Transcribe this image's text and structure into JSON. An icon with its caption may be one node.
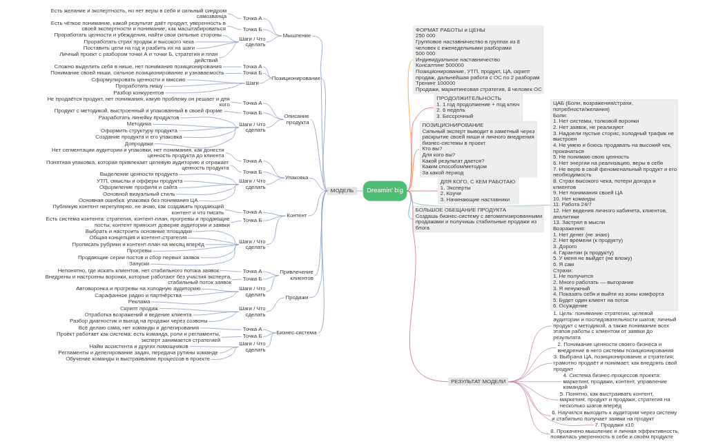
{
  "diagram": {
    "nodes": [
      {
        "text": [
          "Dreamin' big"
        ]
      },
      {
        "text": [
          "ФОРМАТ РАБОТЫ и ЦЕНЫ",
          "250 000",
          "Групповое наставничество в группах из 8 человек с еженедельными разборами",
          "500 000",
          "Индивидуальное наставничество",
          "Консалтинг 500000",
          "Позиционирование, УТП, продукт, ЦА, скрипт продаж, дальнейшая работа с ОС по 2 разборам",
          "Тренинг 100000",
          "Продажи, маркетинговая стратегия, 8 человек ОС"
        ]
      },
      {
        "text": [
          "ПРОДОЛЖИТЕЛЬНОСТЬ",
          "1. 1 год продолжение + под ключ",
          "2. 6 недель",
          "3. Бессрочный"
        ]
      },
      {
        "text": [
          "ПОЗИЦИОНИРОВАНИЕ",
          "Сильный эксперт выводит в заметный через раскрытие своей ниши и личного внедрения бизнес-системы в проект",
          "Кто вы?",
          "Для кого вы?",
          "Какой результат дается?",
          "Каким способом/методом",
          "За какой период"
        ]
      },
      {
        "text": [
          "ДЛЯ КОГО, С КЕМ РАБОТАЮ",
          "1. Эксперты",
          "2. Коучи",
          "3. Начинающие наставники"
        ]
      },
      {
        "text": [
          "ЦАБ (Боли, возражения/страхи, потребности/желания)",
          "Боли:",
          "1. Нет системы, толковой воронки",
          "2. Нет заявок, не реализуют",
          "3. Надоели пустые сторис, холодный трафик не выстроен",
          "4. Не умею и боюсь продавать на высокий чек, прокачаться",
          "5. Не понимаю свою ценность",
          "6. Нет энергии на реализацию, веры в себя",
          "7. Не верю в свой феноменальный продукт и его необходимость",
          "8. Страх высокого чека, потери дохода и клиентов",
          "9. Нет понимания своей ЦА",
          "10. Нет команды",
          "11. Работа 24/7",
          "12. Нет ведения личного кабинета, клиентов, аналитики",
          "13. Застрял в мысли",
          "Возражения:",
          "1. Нет денег (не знаю)",
          "2. Нет времени (к продукту)",
          "3. Дорого",
          "4. Гарантии (к продукту)",
          "5. У меня не выйдет (не вложу)",
          "6. Я сам",
          "Страхи:",
          "1. Не получится",
          "2. Много работать — выгорание",
          "3. Я ненужный",
          "4. Показать себя и выйти из зоны комфорта",
          "5. Будет один клиент на поток",
          "6. Осуждение"
        ]
      },
      {
        "text": [
          "БОЛЬШОЕ ОБЕЩАНИЕ ПРОДУКТА",
          "Создашь бизнес-систему с автоматизированными продажами и получишь стабильные продажи из блога"
        ]
      },
      {
        "text": [
          "РЕЗУЛЬТАТ МОДЕЛИ"
        ]
      },
      {
        "text": [
          "1. Цель: понимание стратегии, целевой аудитории и последовательности шагов; личный продукт с методикой, а также понимание всех этапов работы с клиентом от заявки до результата"
        ]
      },
      {
        "text": [
          "2. Понимание ценности своего бизнеса и внедрение в него системы позиционирования"
        ]
      },
      {
        "text": [
          "3. Выбрана ЦА, позиционирование и стратегия; грамотно продаёт и понимает, как внедрять свой продукт"
        ]
      },
      {
        "text": [
          "4. Система бизнес-процессов проекта: маркетинг, продажи, контент, управление командой"
        ]
      },
      {
        "text": [
          "5. Понятно, как выстраивать контент, маркетинг, продукт и продажи, стратегия на несколько шагов вперёд"
        ]
      },
      {
        "text": [
          "6. Научился выходить к аудитории через систему и стабильно получает заявки на продукт"
        ]
      },
      {
        "text": [
          "7. Продажи х10"
        ]
      },
      {
        "text": [
          "8. Прокачено мышление и личная эффективность, появилась уверенность в себе и своём продукте"
        ]
      },
      {
        "text": [
          "МОДЕЛЬ"
        ]
      },
      {
        "text": [
          "Мышление"
        ]
      },
      {
        "text": [
          "Точка А"
        ]
      },
      {
        "text": [
          "Есть желание и экспертность, но нет веры в себя и сильный синдром самозванца"
        ]
      },
      {
        "text": [
          "Точка Б"
        ]
      },
      {
        "text": [
          "Есть чёткое понимание, какой результат даёт продукт, уверенность в своей экспертности и понимание, как масштабироваться"
        ]
      },
      {
        "text": [
          "Шаги / Что сделать"
        ]
      },
      {
        "text": [
          "Проработать ценности и убеждения, найти свои сильные стороны"
        ]
      },
      {
        "text": [
          "Проработать страх продаж и высокого чека"
        ]
      },
      {
        "text": [
          "Поставить цели на год и разбить их на шаги"
        ]
      },
      {
        "text": [
          "Личный проект с разбором точки А и точки Б, стратегия и план действий"
        ]
      },
      {
        "text": [
          "Позиционирование"
        ]
      },
      {
        "text": [
          "Точка А"
        ]
      },
      {
        "text": [
          "Сложно выделить себя в нише, нет понимания позиционирования"
        ]
      },
      {
        "text": [
          "Точка Б"
        ]
      },
      {
        "text": [
          "Понимание своей ниши, сильное позиционирование и узнаваемость"
        ]
      },
      {
        "text": [
          "Шаги"
        ]
      },
      {
        "text": [
          "Сформулировать ценности и миссию"
        ]
      },
      {
        "text": [
          "Проработать нишу"
        ]
      },
      {
        "text": [
          "Разбор конкурентов"
        ]
      },
      {
        "text": [
          "Описание продукта"
        ]
      },
      {
        "text": [
          "Точка А"
        ]
      },
      {
        "text": [
          "Не продаётся продукт, нет понимания, какую проблему он решает и для кого"
        ]
      },
      {
        "text": [
          "Точка Б"
        ]
      },
      {
        "text": [
          "Продукт с методикой, выстроенный и упакованный в своей форме"
        ]
      },
      {
        "text": [
          "Шаги / Что сделать"
        ]
      },
      {
        "text": [
          "Разработать линейку продуктов"
        ]
      },
      {
        "text": [
          "Методика"
        ]
      },
      {
        "text": [
          "Оформить структуру продукта"
        ]
      },
      {
        "text": [
          "Создание продукта и его упаковка"
        ]
      },
      {
        "text": [
          "Допродажи"
        ]
      },
      {
        "text": [
          "Упаковка"
        ]
      },
      {
        "text": [
          "Точка А"
        ]
      },
      {
        "text": [
          "Нет сегментации аудитории и упаковки, нет понимания, как донести ценность продукта до клиента"
        ]
      },
      {
        "text": [
          "Точка Б"
        ]
      },
      {
        "text": [
          "Понятная упаковка, которая привлекает целевую аудиторию и отражает ценность продукта"
        ]
      },
      {
        "text": [
          "Шаги / Что сделать"
        ]
      },
      {
        "text": [
          "Выделение ценности продукта"
        ]
      },
      {
        "text": [
          "УТП, смыслы и офферы продукта"
        ]
      },
      {
        "text": [
          "Оформление профиля и сайта"
        ]
      },
      {
        "text": [
          "Основной визуальный стиль"
        ]
      },
      {
        "text": [
          "Основная ошибка: упаковка без понимания ЦА"
        ]
      },
      {
        "text": [
          "Контент"
        ]
      },
      {
        "text": [
          "Точка А"
        ]
      },
      {
        "text": [
          "Публикую контент нерегулярно, не знаю, как создавать продающий контент и что писать"
        ]
      },
      {
        "text": [
          "Точка Б"
        ]
      },
      {
        "text": [
          "Есть система контента: стратегия, контент-план, прогревы и продающие посты; контент приносит доверие аудитории и заявки"
        ]
      },
      {
        "text": [
          "Шаги / Что сделать"
        ]
      },
      {
        "text": [
          "Выбрать и настроить основные площадки"
        ]
      },
      {
        "text": [
          "Общая концепция и контент-стратегия"
        ]
      },
      {
        "text": [
          "Прописать рубрики и контент-план на месяц вперёд"
        ]
      },
      {
        "text": [
          "Прогревы"
        ]
      },
      {
        "text": [
          "Продающие серии постов и сбор первых заявок"
        ]
      },
      {
        "text": [
          "Запуски"
        ]
      },
      {
        "text": [
          "Привлечение клиентов"
        ]
      },
      {
        "text": [
          "Точка А"
        ]
      },
      {
        "text": [
          "Непонятно, где искать клиентов, нет стабильного потока заявок"
        ]
      },
      {
        "text": [
          "Точка Б"
        ]
      },
      {
        "text": [
          "Внедрены и настроены воронки, которые работают без участия эксперта, стабильный поток заявок"
        ]
      },
      {
        "text": [
          "Шаги / Что сделать"
        ]
      },
      {
        "text": [
          "Автоворонка и прогревы на холодную аудиторию"
        ]
      },
      {
        "text": [
          "Сарафанное радио и партнёрства"
        ]
      },
      {
        "text": [
          "Реклама"
        ]
      },
      {
        "text": [
          "Продажи"
        ]
      },
      {
        "text": [
          "Шаги / Что сделать"
        ]
      },
      {
        "text": [
          "Скрипт продаж"
        ]
      },
      {
        "text": [
          "Отработка возражений и ведение клиента"
        ]
      },
      {
        "text": [
          "Разбор диагностик и выход на продажи через созвоны"
        ]
      },
      {
        "text": [
          "Бизнес-система"
        ]
      },
      {
        "text": [
          "Точка А"
        ]
      },
      {
        "text": [
          "Всё делаю сама, нет команды и делегирования"
        ]
      },
      {
        "text": [
          "Точка Б"
        ]
      },
      {
        "text": [
          "Проект работает как система: есть команда, роли и регламенты, эксперт занимается стратегией"
        ]
      },
      {
        "text": [
          "Шаги / Что сделать"
        ]
      },
      {
        "text": [
          "Найм ассистента и других помощников"
        ]
      },
      {
        "text": [
          "Регламенты и делегирование задач, передача рутины команде"
        ]
      },
      {
        "text": [
          "Обучение команды и выстраивание процессов в проекте"
        ]
      }
    ],
    "edges": [
      {
        "from": 0,
        "to": 1,
        "arrow": "none",
        "color": "#f2a541"
      },
      {
        "from": 0,
        "to": 2,
        "arrow": "none",
        "color": "#e5619c"
      },
      {
        "from": 0,
        "to": 3,
        "arrow": "none",
        "color": "#f07e4c"
      },
      {
        "from": 0,
        "to": 4,
        "arrow": "none",
        "color": "#e5676e"
      },
      {
        "from": 0,
        "to": 5,
        "arrow": "none",
        "color": "#7fc3a0"
      },
      {
        "from": 0,
        "to": 6,
        "arrow": "none",
        "color": "#5aa9d6"
      },
      {
        "from": 0,
        "to": 7,
        "arrow": "none",
        "color": "#e06a86"
      },
      {
        "from": 0,
        "to": 16,
        "arrow": "none"
      },
      {
        "from": 7,
        "to": 8,
        "arrow": "none",
        "color": "#c98db5"
      },
      {
        "from": 7,
        "to": 9,
        "arrow": "none",
        "color": "#c98db5"
      },
      {
        "from": 7,
        "to": 10,
        "arrow": "none",
        "color": "#c98db5"
      },
      {
        "from": 7,
        "to": 11,
        "arrow": "none",
        "color": "#c98db5"
      },
      {
        "from": 7,
        "to": 12,
        "arrow": "none",
        "color": "#c98db5"
      },
      {
        "from": 7,
        "to": 13,
        "arrow": "none",
        "color": "#c98db5"
      },
      {
        "from": 7,
        "to": 14,
        "arrow": "none",
        "color": "#c98db5"
      },
      {
        "from": 7,
        "to": 15,
        "arrow": "none",
        "color": "#c98db5"
      },
      {
        "from": 16,
        "to": 17,
        "arrow": "none"
      },
      {
        "from": 16,
        "to": 27,
        "arrow": "none"
      },
      {
        "from": 16,
        "to": 36,
        "arrow": "none"
      },
      {
        "from": 16,
        "to": 47,
        "arrow": "none"
      },
      {
        "from": 16,
        "to": 58,
        "arrow": "none"
      },
      {
        "from": 16,
        "to": 70,
        "arrow": "none"
      },
      {
        "from": 16,
        "to": 79,
        "arrow": "none"
      },
      {
        "from": 16,
        "to": 84,
        "arrow": "none"
      },
      {
        "from": 17,
        "to": 18,
        "arrow": "none"
      },
      {
        "from": 18,
        "to": 19,
        "arrow": "none"
      },
      {
        "from": 17,
        "to": 20,
        "arrow": "none"
      },
      {
        "from": 20,
        "to": 21,
        "arrow": "none"
      },
      {
        "from": 17,
        "to": 22,
        "arrow": "none"
      },
      {
        "from": 22,
        "to": 23,
        "arrow": "none"
      },
      {
        "from": 22,
        "to": 24,
        "arrow": "none"
      },
      {
        "from": 22,
        "to": 25,
        "arrow": "none"
      },
      {
        "from": 22,
        "to": 26,
        "arrow": "none"
      },
      {
        "from": 27,
        "to": 28,
        "arrow": "none"
      },
      {
        "from": 28,
        "to": 29,
        "arrow": "none"
      },
      {
        "from": 27,
        "to": 30,
        "arrow": "none"
      },
      {
        "from": 30,
        "to": 31,
        "arrow": "none"
      },
      {
        "from": 27,
        "to": 32,
        "arrow": "none"
      },
      {
        "from": 32,
        "to": 33,
        "arrow": "none"
      },
      {
        "from": 32,
        "to": 34,
        "arrow": "none"
      },
      {
        "from": 32,
        "to": 35,
        "arrow": "none"
      },
      {
        "from": 36,
        "to": 37,
        "arrow": "none"
      },
      {
        "from": 37,
        "to": 38,
        "arrow": "none"
      },
      {
        "from": 36,
        "to": 39,
        "arrow": "none"
      },
      {
        "from": 39,
        "to": 40,
        "arrow": "none"
      },
      {
        "from": 36,
        "to": 41,
        "arrow": "none"
      },
      {
        "from": 41,
        "to": 42,
        "arrow": "none"
      },
      {
        "from": 41,
        "to": 43,
        "arrow": "none"
      },
      {
        "from": 41,
        "to": 44,
        "arrow": "none"
      },
      {
        "from": 41,
        "to": 45,
        "arrow": "none"
      },
      {
        "from": 41,
        "to": 46,
        "arrow": "none"
      },
      {
        "from": 47,
        "to": 48,
        "arrow": "none"
      },
      {
        "from": 48,
        "to": 49,
        "arrow": "none"
      },
      {
        "from": 47,
        "to": 50,
        "arrow": "none"
      },
      {
        "from": 50,
        "to": 51,
        "arrow": "none"
      },
      {
        "from": 47,
        "to": 52,
        "arrow": "none"
      },
      {
        "from": 52,
        "to": 53,
        "arrow": "none"
      },
      {
        "from": 52,
        "to": 54,
        "arrow": "none"
      },
      {
        "from": 52,
        "to": 55,
        "arrow": "none"
      },
      {
        "from": 52,
        "to": 56,
        "arrow": "none"
      },
      {
        "from": 52,
        "to": 57,
        "arrow": "none"
      },
      {
        "from": 58,
        "to": 59,
        "arrow": "none"
      },
      {
        "from": 59,
        "to": 60,
        "arrow": "none"
      },
      {
        "from": 58,
        "to": 61,
        "arrow": "none"
      },
      {
        "from": 61,
        "to": 62,
        "arrow": "none"
      },
      {
        "from": 58,
        "to": 63,
        "arrow": "none"
      },
      {
        "from": 63,
        "to": 64,
        "arrow": "none"
      },
      {
        "from": 63,
        "to": 65,
        "arrow": "none"
      },
      {
        "from": 63,
        "to": 66,
        "arrow": "none"
      },
      {
        "from": 63,
        "to": 67,
        "arrow": "none"
      },
      {
        "from": 63,
        "to": 68,
        "arrow": "none"
      },
      {
        "from": 63,
        "to": 69,
        "arrow": "none"
      },
      {
        "from": 70,
        "to": 71,
        "arrow": "none"
      },
      {
        "from": 71,
        "to": 72,
        "arrow": "none"
      },
      {
        "from": 70,
        "to": 73,
        "arrow": "none"
      },
      {
        "from": 73,
        "to": 74,
        "arrow": "none"
      },
      {
        "from": 70,
        "to": 75,
        "arrow": "none"
      },
      {
        "from": 75,
        "to": 76,
        "arrow": "none"
      },
      {
        "from": 75,
        "to": 77,
        "arrow": "none"
      },
      {
        "from": 75,
        "to": 78,
        "arrow": "none"
      },
      {
        "from": 79,
        "to": 80,
        "arrow": "none"
      },
      {
        "from": 80,
        "to": 81,
        "arrow": "none"
      },
      {
        "from": 80,
        "to": 82,
        "arrow": "none"
      },
      {
        "from": 80,
        "to": 83,
        "arrow": "none"
      },
      {
        "from": 84,
        "to": 85,
        "arrow": "none"
      },
      {
        "from": 85,
        "to": 86,
        "arrow": "none"
      },
      {
        "from": 84,
        "to": 87,
        "arrow": "none"
      },
      {
        "from": 87,
        "to": 88,
        "arrow": "none"
      },
      {
        "from": 84,
        "to": 89,
        "arrow": "none"
      },
      {
        "from": 89,
        "to": 90,
        "arrow": "none"
      },
      {
        "from": 89,
        "to": 91,
        "arrow": "none"
      },
      {
        "from": 89,
        "to": 92,
        "arrow": "none"
      }
    ]
  }
}
